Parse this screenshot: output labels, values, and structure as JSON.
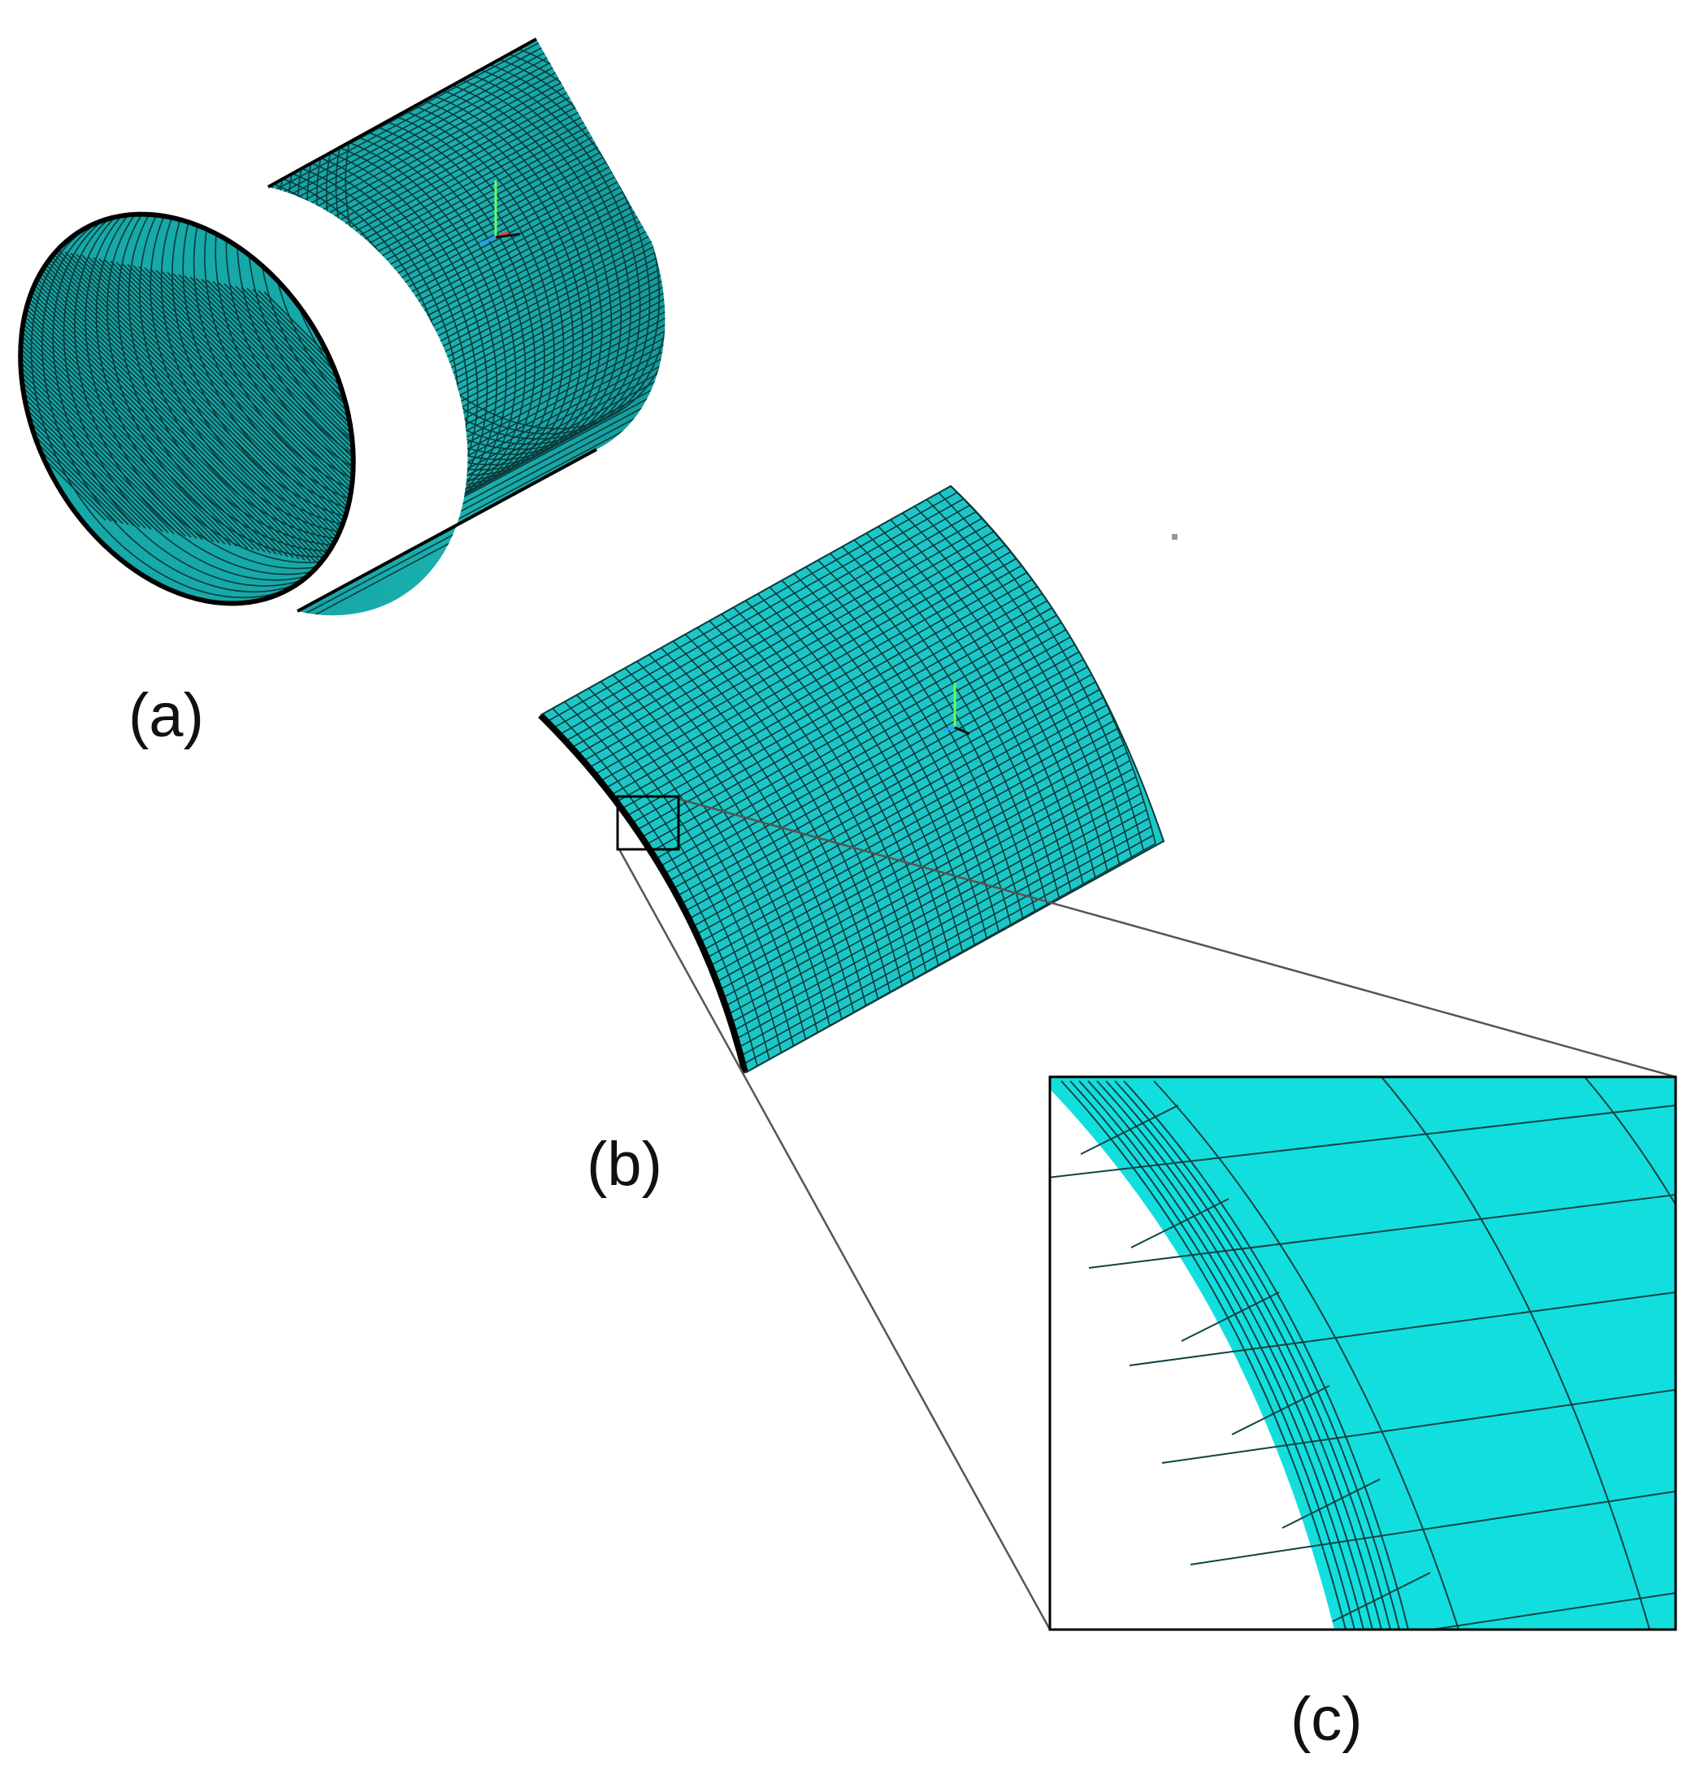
{
  "labels": {
    "a": "(a)",
    "b": "(b)",
    "c": "(c)"
  },
  "colors": {
    "mesh_fill_dark": "#1f9e9e",
    "mesh_fill_light": "#11d6d6",
    "mesh_line": "#0b3434",
    "edge": "#000000",
    "callout": "#555555",
    "axis_x": "#ff3333",
    "axis_y": "#66ff66",
    "axis_z": "#3399ff"
  },
  "icons": {
    "triad": "coordinate-triad-icon"
  }
}
